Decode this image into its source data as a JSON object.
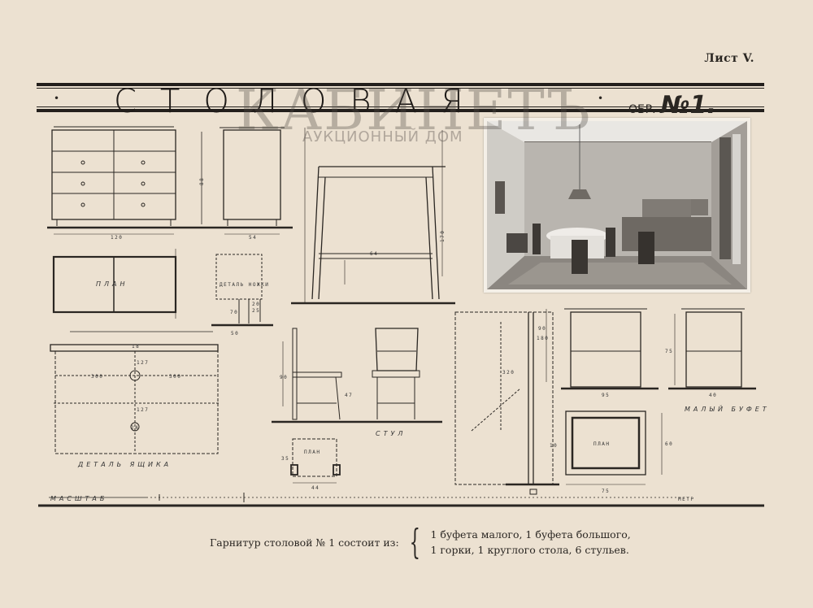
{
  "sheet_label": "Лист V.",
  "title": "СТОЛОВАЯ",
  "variant_prefix": "ОБР.",
  "variant_number": "№1.",
  "watermark": {
    "main": "КАБИНЕТЪ",
    "sub": "АУКЦИОННЫЙ ДОМ"
  },
  "drawing_labels": {
    "plan": "ПЛАН",
    "leg_detail": "ДЕТАЛЬ НОЖКИ",
    "drawer_detail": "ДЕТАЛЬ ЯЩИКА",
    "chair": "СТУЛ",
    "small_buffet": "МАЛЫЙ БУФЕТ",
    "scale": "МАСШТАБ",
    "scale_unit": "МЕТР"
  },
  "dimensions": {
    "buffet_width": "120",
    "buffet_height": "88",
    "buffet_depth": "54",
    "cabinet_height": "170",
    "cabinet_width": "64",
    "leg_70": "70",
    "leg_20": "20",
    "leg_25": "25",
    "leg_50": "50",
    "drawer_300a": "300",
    "drawer_300b": "300",
    "drawer_127a": "127",
    "drawer_127b": "127",
    "drawer_18": "18",
    "drawer_24": "24",
    "chair_90": "90",
    "chair_47": "47",
    "chair_plan_35": "35",
    "chair_plan_44": "44",
    "tall_320": "320",
    "tall_90": "90",
    "tall_180": "180",
    "tall_10": "10",
    "small_95": "95",
    "small_75": "75",
    "small_40": "40",
    "small_plan_75": "75",
    "small_plan_60": "60"
  },
  "caption": {
    "lead": "Гарнитур столовой № 1 состоит из:",
    "line1": "1 буфета малого, 1 буфета большого,",
    "line2": "1 горки, 1 круглого стола, 6 стульев."
  }
}
